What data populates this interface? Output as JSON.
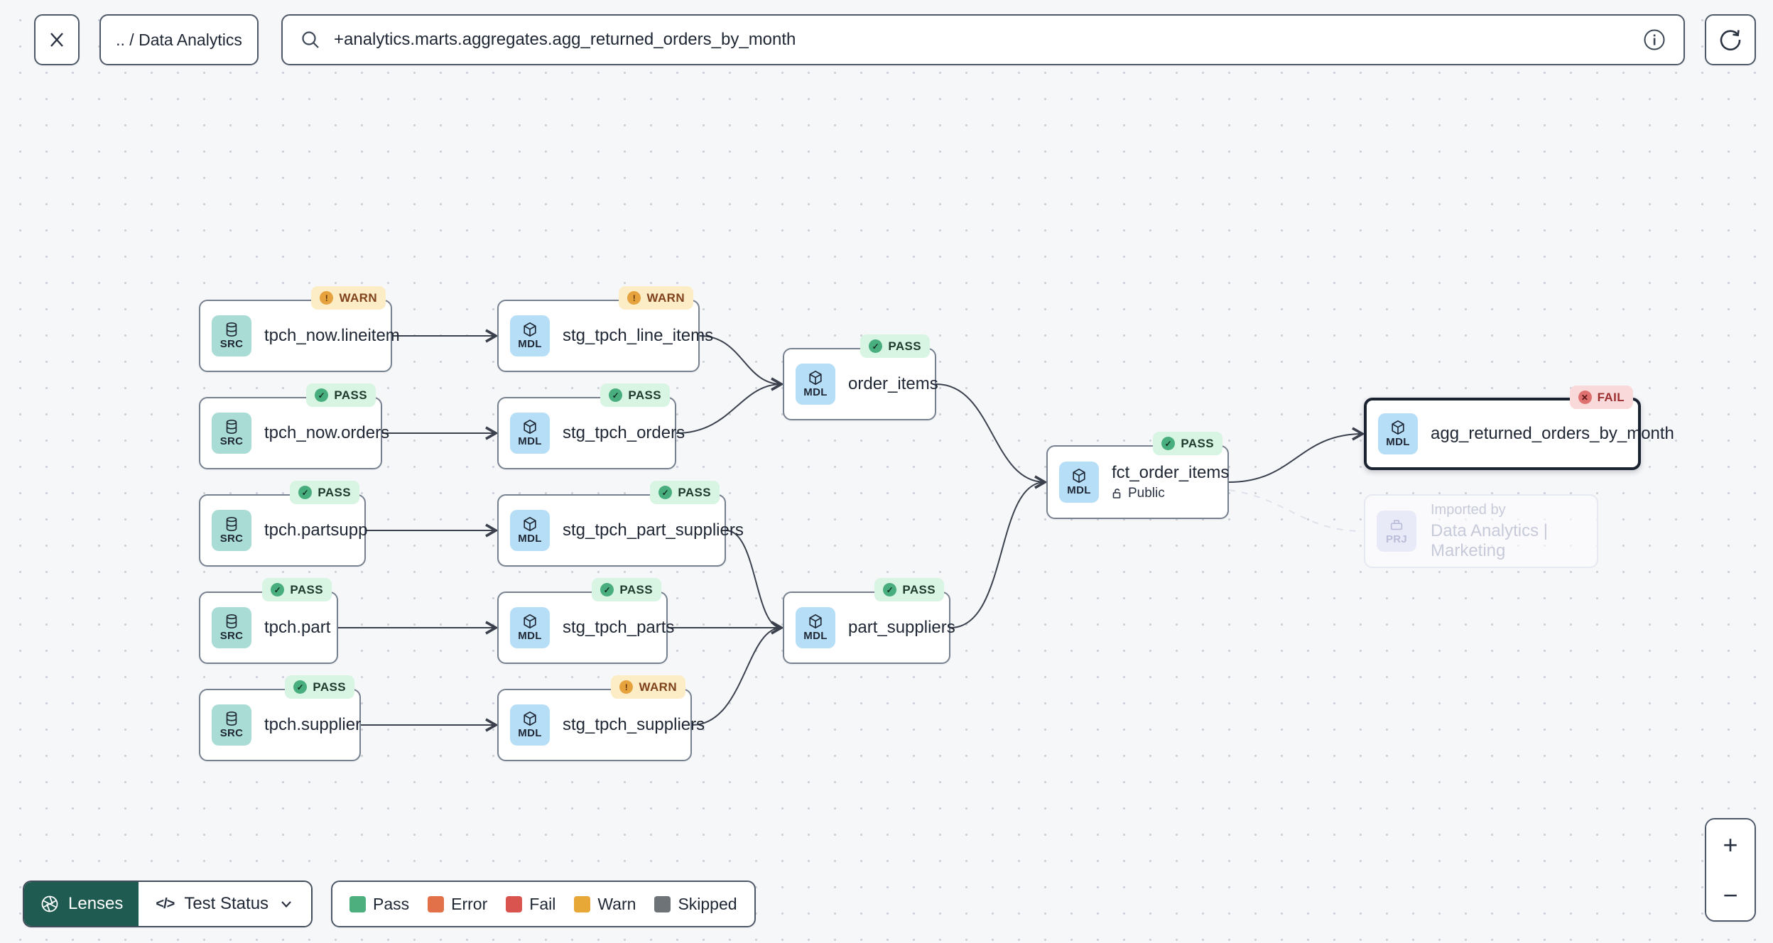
{
  "toolbar": {
    "breadcrumb": ".. / Data Analytics",
    "search_value": "+analytics.marts.aggregates.agg_returned_orders_by_month"
  },
  "graph": {
    "nodes": [
      {
        "type_label": "SRC",
        "label": "tpch_now.lineitem",
        "badge": "WARN"
      },
      {
        "type_label": "SRC",
        "label": "tpch_now.orders",
        "badge": "PASS"
      },
      {
        "type_label": "SRC",
        "label": "tpch.partsupp",
        "badge": "PASS"
      },
      {
        "type_label": "SRC",
        "label": "tpch.part",
        "badge": "PASS"
      },
      {
        "type_label": "SRC",
        "label": "tpch.supplier",
        "badge": "PASS"
      },
      {
        "type_label": "MDL",
        "label": "stg_tpch_line_items",
        "badge": "WARN"
      },
      {
        "type_label": "MDL",
        "label": "stg_tpch_orders",
        "badge": "PASS"
      },
      {
        "type_label": "MDL",
        "label": "stg_tpch_part_suppliers",
        "badge": "PASS"
      },
      {
        "type_label": "MDL",
        "label": "stg_tpch_parts",
        "badge": "PASS"
      },
      {
        "type_label": "MDL",
        "label": "stg_tpch_suppliers",
        "badge": "WARN"
      },
      {
        "type_label": "MDL",
        "label": "order_items",
        "badge": "PASS"
      },
      {
        "type_label": "MDL",
        "label": "part_suppliers",
        "badge": "PASS"
      },
      {
        "type_label": "MDL",
        "label": "fct_order_items",
        "badge": "PASS",
        "sublabel": "Public"
      },
      {
        "type_label": "MDL",
        "label": "agg_returned_orders_by_month",
        "badge": "FAIL",
        "selected": true
      }
    ],
    "imported_by": {
      "type_label": "PRJ",
      "title": "Imported by",
      "project": "Data Analytics | Marketing"
    }
  },
  "controls": {
    "lenses_label": "Lenses",
    "lens_selected": "Test Status",
    "zoom_in": "+",
    "zoom_out": "−"
  },
  "legend": {
    "items": [
      {
        "label": "Pass",
        "color": "#4caf7d"
      },
      {
        "label": "Error",
        "color": "#e2714a"
      },
      {
        "label": "Fail",
        "color": "#d9534f"
      },
      {
        "label": "Warn",
        "color": "#e8a838"
      },
      {
        "label": "Skipped",
        "color": "#6e7378"
      }
    ]
  },
  "accent": {
    "lenses_bg": "#1f5b51"
  }
}
